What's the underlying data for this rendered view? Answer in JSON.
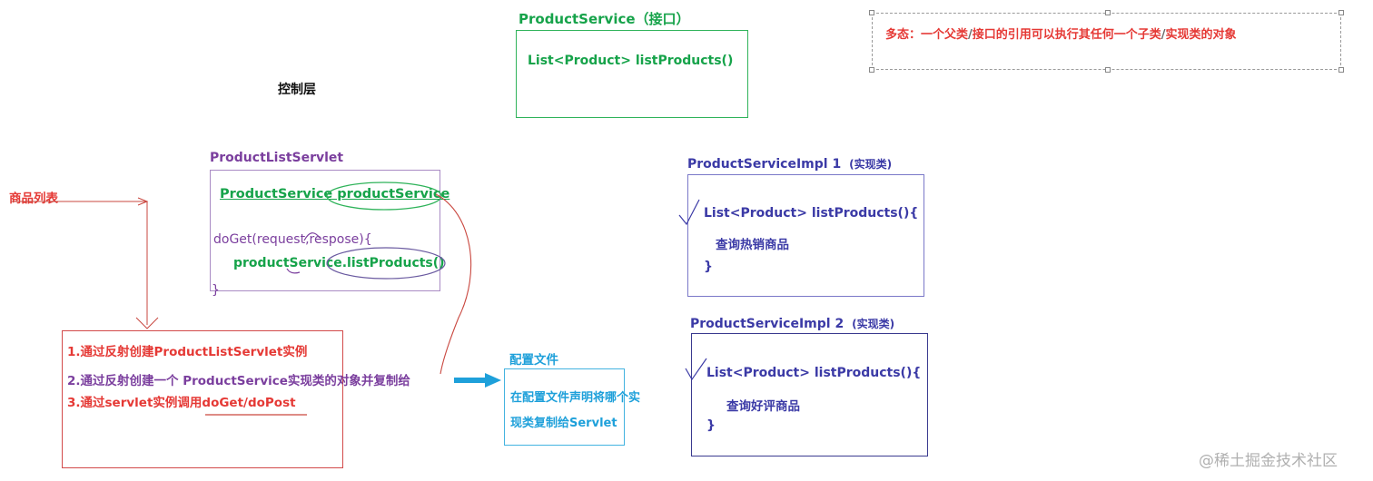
{
  "layer_title": "控制层",
  "interface": {
    "title": "ProductService（接口）",
    "method": "List<Product> listProducts()"
  },
  "note": {
    "segments": [
      "多态：一个父类",
      "/",
      "接口的引用可以执行其任何一个子类",
      "/",
      "实现类的对象"
    ]
  },
  "servlet": {
    "title": "ProductListServlet",
    "field": "ProductService productService",
    "doget": "doGet(request,respose){",
    "call": "productService.listProducts()",
    "close": "}"
  },
  "product_list_label": "商品列表",
  "steps": {
    "s1": "1.通过反射创建ProductListServlet实例",
    "s2": "2.通过反射创建一个 ProductService实现类的对象并复制给",
    "s3": "3.通过servlet实例调用doGet/doPost"
  },
  "config": {
    "title": "配置文件",
    "line1": "在配置文件声明将哪个实",
    "line2": "现类复制给Servlet"
  },
  "impl1": {
    "title": "ProductServiceImpl 1",
    "tag": "(实现类)",
    "method": "List<Product> listProducts(){",
    "body": "查询热销商品",
    "close": "}"
  },
  "impl2": {
    "title": "ProductServiceImpl 2",
    "tag": "(实现类)",
    "method": "List<Product> listProducts(){",
    "body": "查询好评商品",
    "close": "}"
  },
  "watermark": "@稀土掘金技术社区",
  "colors": {
    "green": "#16a34a",
    "purple": "#7b3f9e",
    "navy": "#3b3aa6",
    "red": "#e53935",
    "blue": "#1ea0da"
  }
}
